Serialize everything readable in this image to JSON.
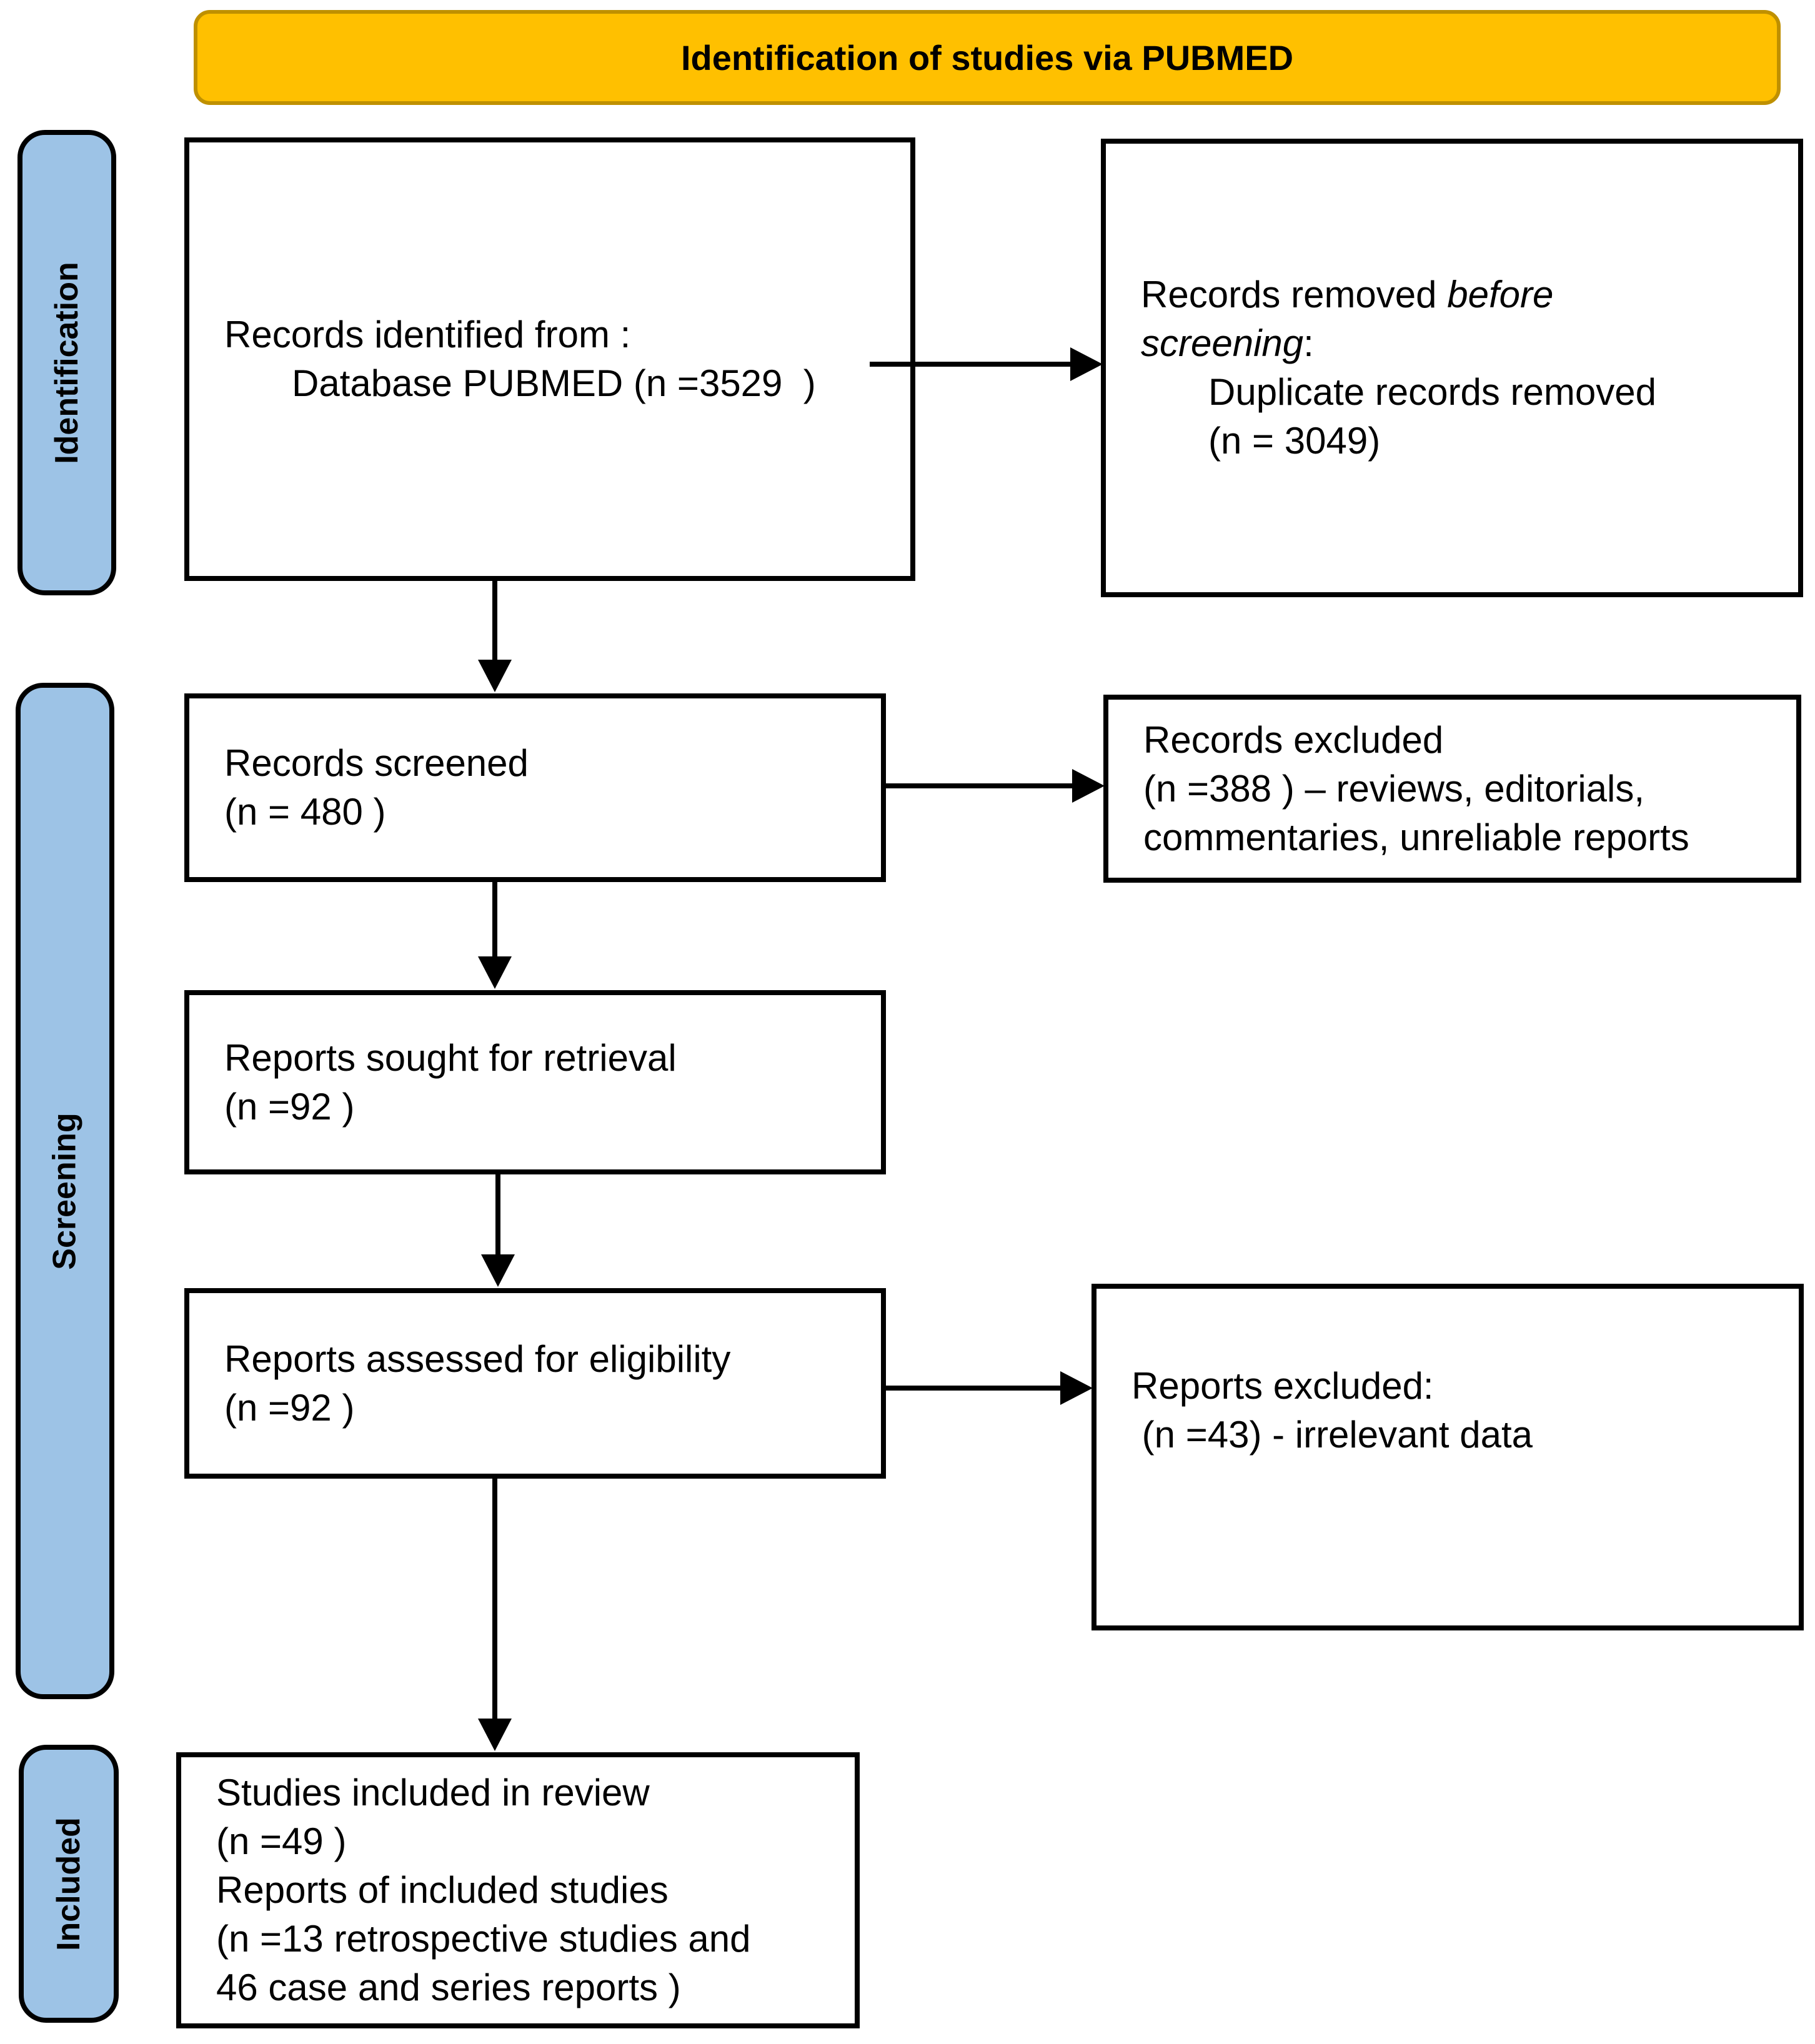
{
  "banner": {
    "title": "Identification of studies via PUBMED"
  },
  "stages": [
    {
      "label": "Identification"
    },
    {
      "label": "Screening"
    },
    {
      "label": "Included"
    }
  ],
  "boxes": {
    "records_identified": {
      "l1": "Records identified from :",
      "l2": "Database PUBMED (n =3529  )"
    },
    "records_removed": {
      "l1_normal": "Records removed ",
      "l1_italic": "before",
      "l2_italic": "screening",
      "l2_normal": ":",
      "l3": "Duplicate records removed",
      "l4": "(n = 3049)"
    },
    "records_screened": {
      "l1": "Records screened",
      "l2": "(n = 480 )"
    },
    "records_excluded": {
      "l1": "Records excluded",
      "l2": "(n =388 ) – reviews, editorials,",
      "l3": "commentaries, unreliable reports"
    },
    "reports_sought": {
      "l1": "Reports sought for retrieval",
      "l2": "(n =92 )"
    },
    "reports_assessed": {
      "l1": "Reports assessed for eligibility",
      "l2": "(n =92 )"
    },
    "reports_excluded": {
      "l1": "Reports excluded:",
      "l2": " (n =43) - irrelevant data"
    },
    "studies_included": {
      "l1": "Studies included in review",
      "l2": "(n =49 )",
      "l3": "Reports of included studies",
      "l4": "(n =13 retrospective studies and",
      "l5": "46 case and series reports )"
    }
  },
  "colors": {
    "banner_fill": "#FFC000",
    "banner_border": "#BF9000",
    "stage_fill": "#9DC3E6",
    "box_border": "#000000",
    "arrow": "#000000"
  }
}
